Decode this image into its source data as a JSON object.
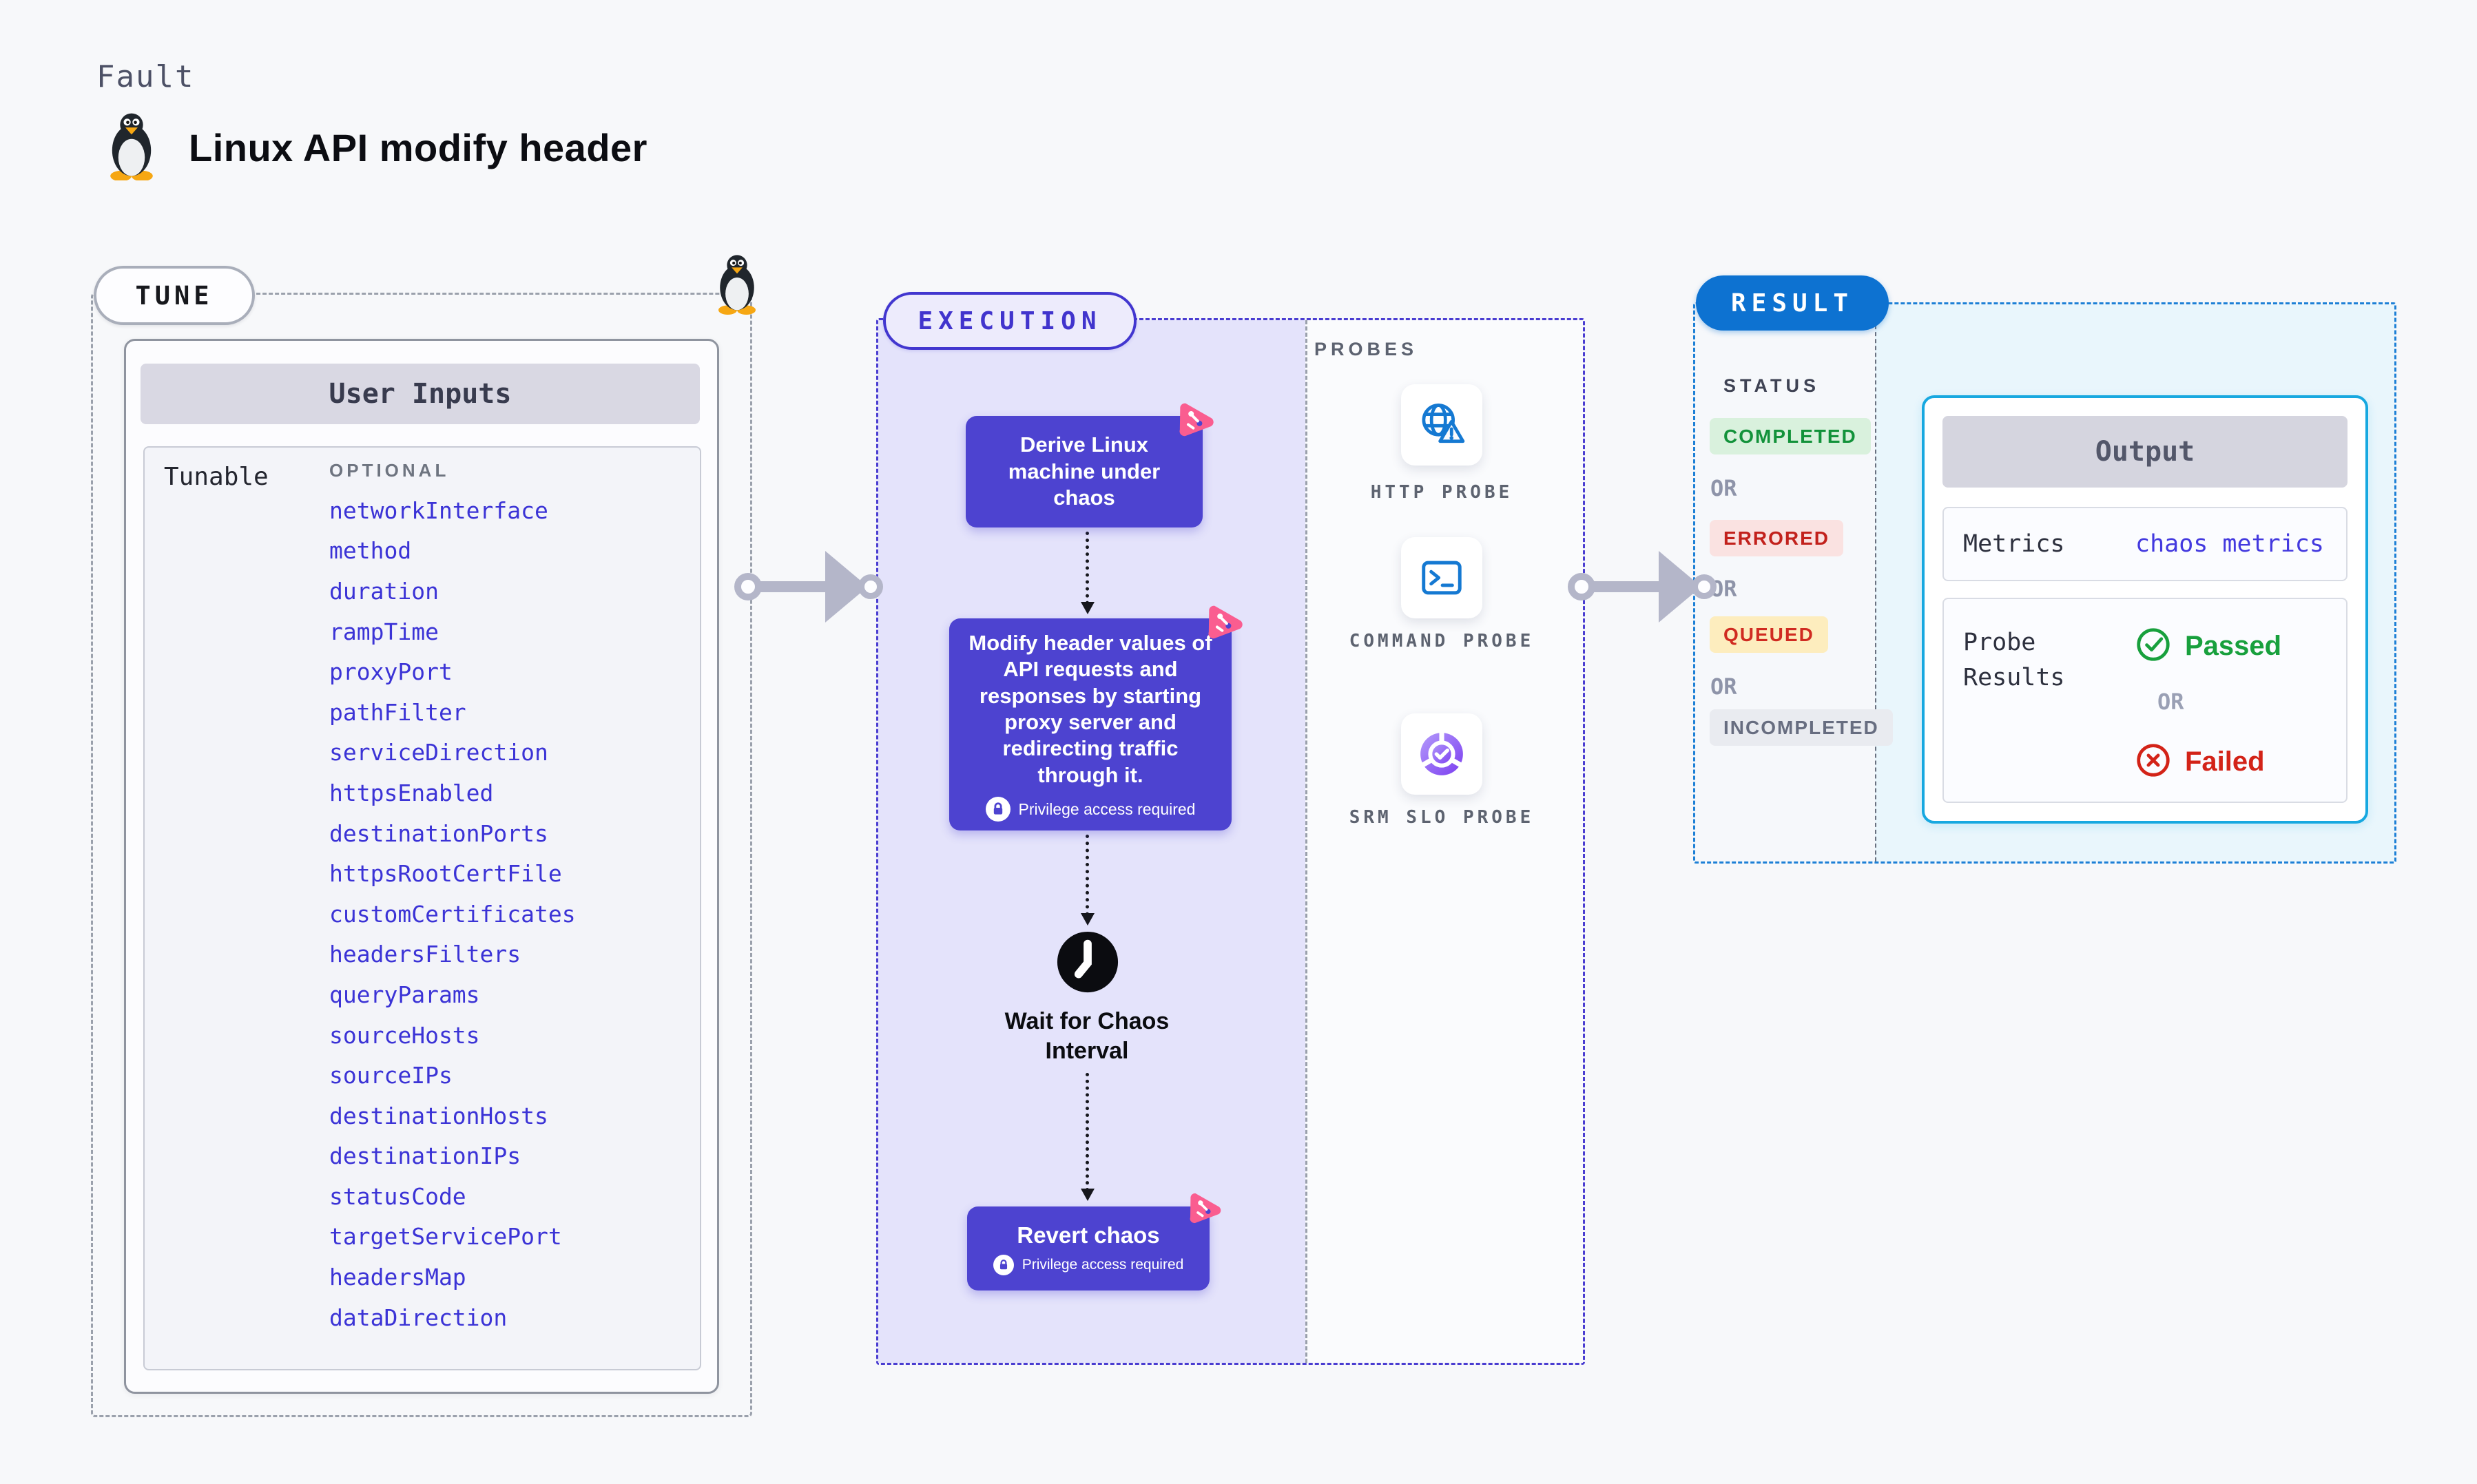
{
  "colors": {
    "page_bg": "#f7f8fa",
    "indigo_step": "#4d43d0",
    "indigo_border": "#4236cf",
    "purple_area_bg": "#e4e3fb",
    "link_blue": "#3b33d6",
    "probe_icon_blue": "#1579d2",
    "result_blue": "#0d72d1",
    "panel_cyan_border": "#17a8e0",
    "cyan_area_bg": "#e9f6fc",
    "chaos_pink": "#fa5d90",
    "passed_green": "#18a03d",
    "failed_red": "#d32318",
    "queued_amber_bg": "#fdedbe",
    "incompleted_gray_bg": "#e9ebf0"
  },
  "header": {
    "eyebrow": "Fault",
    "title": "Linux API modify header"
  },
  "tune": {
    "pill": "TUNE",
    "panel_title": "User Inputs",
    "row_label": "Tunable",
    "row_tag": "OPTIONAL",
    "tunables": [
      "networkInterface",
      "method",
      "duration",
      "rampTime",
      "proxyPort",
      "pathFilter",
      "serviceDirection",
      "httpsEnabled",
      "destinationPorts",
      "httpsRootCertFile",
      "customCertificates",
      "headersFilters",
      "queryParams",
      "sourceHosts",
      "sourceIPs",
      "destinationHosts",
      "destinationIPs",
      "statusCode",
      "targetServicePort",
      "headersMap",
      "dataDirection"
    ]
  },
  "execution": {
    "pill": "EXECUTION",
    "step_derive": "Derive Linux machine under chaos",
    "step_modify": "Modify header values of API requests and responses by starting proxy server and redirecting traffic through it.",
    "privilege_note": "Privilege access required",
    "wait_step": "Wait for Chaos Interval",
    "revert_step": "Revert chaos"
  },
  "probes": {
    "section_label": "PROBES",
    "items": [
      {
        "label": "HTTP PROBE"
      },
      {
        "label": "COMMAND PROBE"
      },
      {
        "label": "SRM SLO PROBE"
      }
    ]
  },
  "result": {
    "pill": "RESULT",
    "status_label": "STATUS",
    "or_label": "OR",
    "statuses": [
      "COMPLETED",
      "ERRORED",
      "QUEUED",
      "INCOMPLETED"
    ],
    "output": {
      "title": "Output",
      "metrics_label": "Metrics",
      "metrics_value": "chaos metrics",
      "probe_results_label": "Probe Results",
      "passed": "Passed",
      "failed": "Failed"
    }
  }
}
